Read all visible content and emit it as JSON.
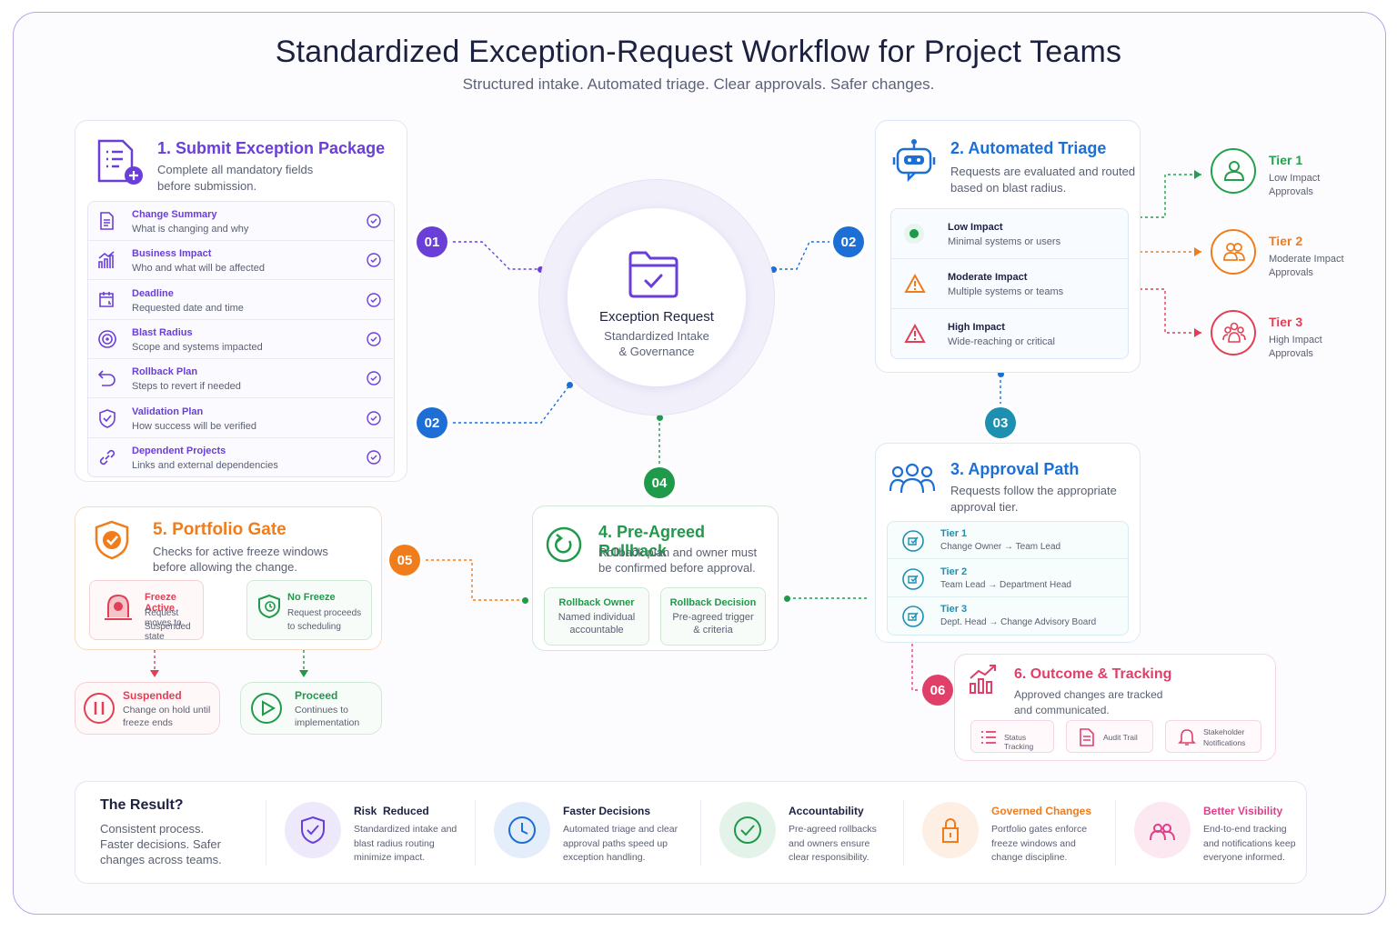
{
  "header": {
    "title": "Standardized Exception-Request Workflow for Project Teams",
    "subtitle": "Structured intake. Automated triage. Clear approvals. Safer changes."
  },
  "center": {
    "title": "Exception Request",
    "line1": "Standardized Intake",
    "line2": "& Governance"
  },
  "badges": {
    "b01": "01",
    "b02_left": "02",
    "b02_right": "02",
    "b03": "03",
    "b04": "04",
    "b05": "05",
    "b06": "06"
  },
  "submit": {
    "title": "1. Submit Exception Package",
    "desc1": "Complete all mandatory fields",
    "desc2": "before submission.",
    "items": [
      {
        "title": "Change Summary",
        "sub": "What is changing and why"
      },
      {
        "title": "Business Impact",
        "sub": "Who and what will be affected"
      },
      {
        "title": "Deadline",
        "sub": "Requested date and time"
      },
      {
        "title": "Blast Radius",
        "sub": "Scope and systems impacted"
      },
      {
        "title": "Rollback Plan",
        "sub": "Steps to revert if needed"
      },
      {
        "title": "Validation Plan",
        "sub": "How success will be verified"
      },
      {
        "title": "Dependent Projects",
        "sub": "Links and external dependencies"
      }
    ]
  },
  "triage": {
    "title": "2. Automated Triage",
    "desc1": "Requests are evaluated and routed",
    "desc2": "based on blast radius.",
    "items": [
      {
        "title": "Low Impact",
        "sub": "Minimal systems or users"
      },
      {
        "title": "Moderate Impact",
        "sub": "Multiple systems or teams"
      },
      {
        "title": "High Impact",
        "sub": "Wide-reaching or critical"
      }
    ]
  },
  "tiers": [
    {
      "title": "Tier 1",
      "line1": "Low Impact",
      "line2": "Approvals",
      "color": "#22a04b"
    },
    {
      "title": "Tier 2",
      "line1": "Moderate Impact",
      "line2": "Approvals",
      "color": "#f07c1b"
    },
    {
      "title": "Tier 3",
      "line1": "High Impact",
      "line2": "Approvals",
      "color": "#e23f55"
    }
  ],
  "approval": {
    "title": "3. Approval Path",
    "desc1": "Requests follow the appropriate",
    "desc2": "approval tier.",
    "items": [
      {
        "title": "Tier 1",
        "sub": "Change Owner → Team Lead"
      },
      {
        "title": "Tier 2",
        "sub": "Team Lead → Department Head"
      },
      {
        "title": "Tier 3",
        "sub": "Dept. Head → Change Advisory Board"
      }
    ]
  },
  "rollback": {
    "title": "4. Pre-Agreed Rollback",
    "desc1": "Rollback plan and owner must",
    "desc2": "be confirmed before approval.",
    "owner": {
      "title": "Rollback Owner",
      "line1": "Named individual",
      "line2": "accountable"
    },
    "decision": {
      "title": "Rollback Decision",
      "line1": "Pre-agreed trigger",
      "line2": "& criteria"
    }
  },
  "portfolio": {
    "title": "5. Portfolio Gate",
    "desc1": "Checks for active freeze windows",
    "desc2": "before allowing the change.",
    "freeze": {
      "title": "Freeze Active",
      "line1": "Request moves to",
      "line2": "Suspended state"
    },
    "nofreeze": {
      "title": "No Freeze",
      "line1": "Request proceeds",
      "line2": "to scheduling"
    },
    "suspended": {
      "title": "Suspended",
      "line1": "Change on hold until",
      "line2": "freeze ends"
    },
    "proceed": {
      "title": "Proceed",
      "line1": "Continues to",
      "line2": "implementation"
    }
  },
  "outcome": {
    "title": "6. Outcome & Tracking",
    "desc1": "Approved changes are tracked",
    "desc2": "and communicated.",
    "chips": [
      {
        "label": "Status Tracking"
      },
      {
        "label": "Audit Trail"
      },
      {
        "label1": "Stakeholder",
        "label2": "Notifications"
      }
    ]
  },
  "result": {
    "title": "The Result?",
    "line1": "Consistent process.",
    "line2": "Faster decisions. Safer",
    "line3": "changes across teams.",
    "items": [
      {
        "title": "Risk  Reduced",
        "l1": "Standardized intake and",
        "l2": "blast radius routing",
        "l3": "minimize impact.",
        "color": "#6a3fd8"
      },
      {
        "title": "Faster Decisions",
        "l1": "Automated triage and clear",
        "l2": "approval paths speed up",
        "l3": "exception handling.",
        "color": "#1d6fd6"
      },
      {
        "title": "Accountability",
        "l1": "Pre-agreed rollbacks",
        "l2": "and owners ensure",
        "l3": "clear responsibility.",
        "color": "#1f9a4a"
      },
      {
        "title": "Governed Changes",
        "l1": "Portfolio gates enforce",
        "l2": "freeze windows and",
        "l3": "change discipline.",
        "color": "#f07c1b"
      },
      {
        "title": "Better Visibility",
        "l1": "End-to-end tracking",
        "l2": "and notifications keep",
        "l3": "everyone informed.",
        "color": "#e03f8a"
      }
    ]
  }
}
